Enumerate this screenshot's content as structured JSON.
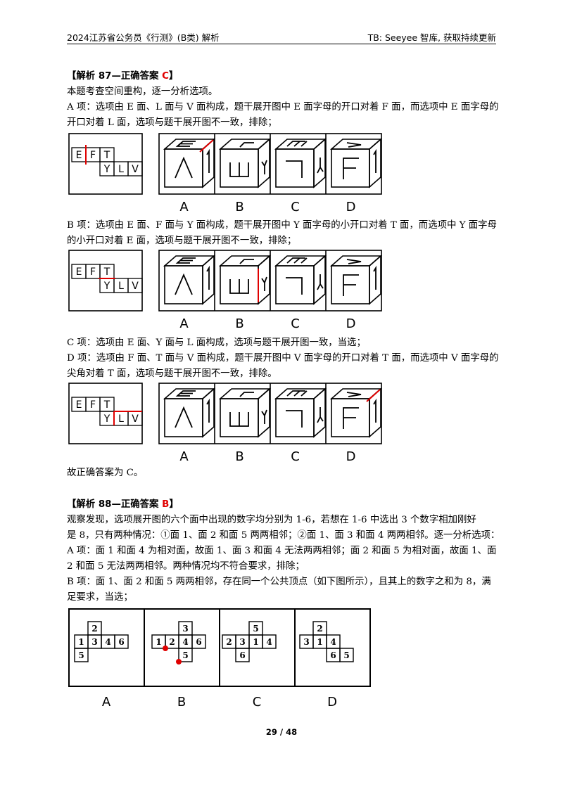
{
  "header": {
    "left": "2024江苏省公务员《行测》(B类) 解析",
    "right": "TB: Seeyee 智库, 获取持续更新"
  },
  "s87": {
    "title_prefix": "【解析 87—正确答案 ",
    "answer": "C",
    "title_suffix": "】",
    "lines": [
      "本题考查空间重构，逐一分析选项。",
      "A 项：选项由 E 面、L 面与 V 面构成，题干展开图中 E 面字母的开口对着 F 面，而选项中 E 面字母的",
      "开口对着 L 面，选项与题干展开图不一致，排除；",
      "B 项：选项由 E 面、F 面与 Y 面构成，题干展开图中 Y 面字母的小开口对着 T 面，而选项中 Y 面字母",
      "的小开口对着 E 面，选项与题干展开图不一致，排除；",
      "C 项：选项由 E 面、Y 面与 L 面构成，选项与题干展开图一致，当选；",
      "D 项：选项由 F 面、T 面与 V 面构成，题干展开图中 V 面字母的开口对着 T 面，而选项中 V 面字母的",
      "尖角对着 T 面，选项与题干展开图不一致，排除。",
      "故正确答案为 C。"
    ],
    "net_letters": [
      "E",
      "F",
      "T",
      "Y",
      "L",
      "V"
    ],
    "options": [
      "A",
      "B",
      "C",
      "D"
    ]
  },
  "s88": {
    "title_prefix": "【解析 88—正确答案 ",
    "answer": "B",
    "title_suffix": "】",
    "lines": [
      "观察发现，选项展开图的六个面中出现的数字均分别为 1-6，若想在 1-6 中选出 3 个数字相加刚好",
      "是 8，只有两种情况：①面 1、面 2 和面 5 两两相邻；②面 1、面 3 和面 4 两两相邻。逐一分析选项：",
      "A 项：面 1 和面 4 为相对面，故面 1、面 3 和面 4 无法两两相邻；面 2 和面 5 为相对面，故面 1、面",
      "2 和面 5 无法两两相邻。两种情况均不符合要求，排除；",
      "B 项：面 1、面 2 和面 5 两两相邻，存在同一个公共顶点（如下图所示），且其上的数字之和为 8，满",
      "足要求，当选；"
    ],
    "options": [
      "A",
      "B",
      "C",
      "D"
    ],
    "nets": {
      "A": [
        "2",
        "1",
        "3",
        "4",
        "6",
        "5"
      ],
      "B": [
        "3",
        "1",
        "2",
        "4",
        "6",
        "5"
      ],
      "C": [
        "5",
        "2",
        "3",
        "1",
        "4",
        "6"
      ],
      "D": [
        "2",
        "3",
        "1",
        "4",
        "6",
        "5"
      ]
    }
  },
  "footer": {
    "page": "29 / 48"
  },
  "colors": {
    "answer": "#e00000",
    "marker": "#e00000"
  }
}
